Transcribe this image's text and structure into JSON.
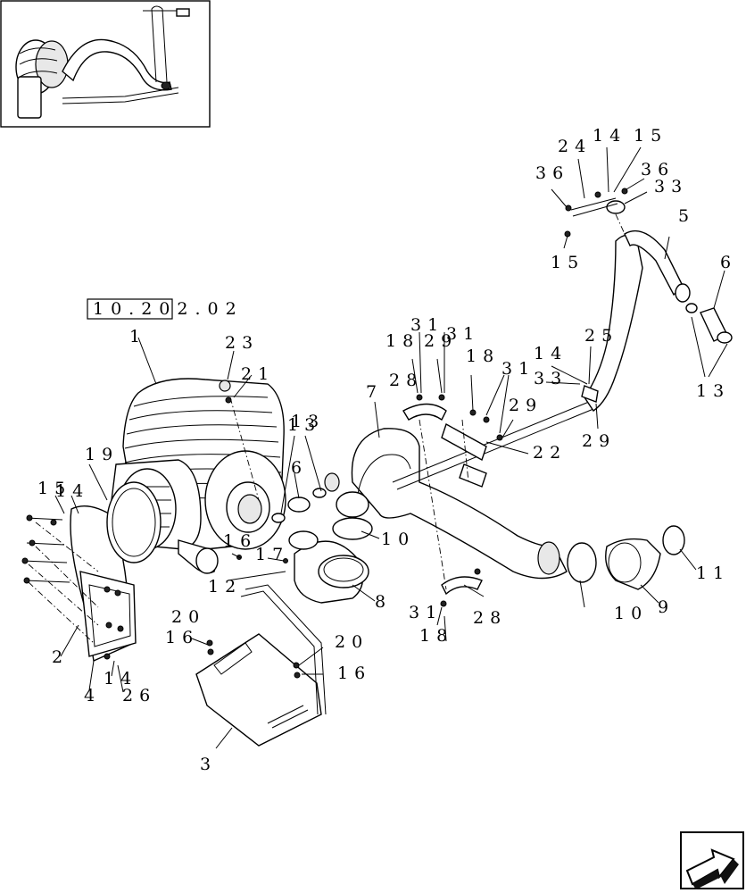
{
  "reference_box": "10.202.02",
  "callouts": {
    "c1": "1",
    "c2": "2",
    "c3": "3",
    "c4": "4",
    "c5": "5",
    "c6a": "6",
    "c6b": "6",
    "c7": "7",
    "c8": "8",
    "c9": "9",
    "c10a": "10",
    "c10b": "10",
    "c11": "11",
    "c12": "12",
    "c13a": "13",
    "c13b": "13",
    "c13c": "13",
    "c14a": "14",
    "c14b": "14",
    "c14c": "14",
    "c14d": "14",
    "c15a": "15",
    "c15b": "15",
    "c15c": "15",
    "c16a": "16",
    "c16b": "16",
    "c16c": "16",
    "c17": "17",
    "c18a": "18",
    "c18b": "18",
    "c18c": "18",
    "c19": "19",
    "c20a": "20",
    "c20b": "20",
    "c21": "21",
    "c22": "22",
    "c23": "23",
    "c24": "24",
    "c25": "25",
    "c26": "26",
    "c28a": "28",
    "c28b": "28",
    "c29a": "29",
    "c29b": "29",
    "c29c": "29",
    "c31a": "31",
    "c31b": "31",
    "c31c": "31",
    "c31d": "31",
    "c33a": "33",
    "c33b": "33",
    "c36a": "36",
    "c36b": "36"
  },
  "icons": {
    "thumbnail": "assembly-thumbnail-icon",
    "navigation": "next-page-arrow-icon"
  }
}
